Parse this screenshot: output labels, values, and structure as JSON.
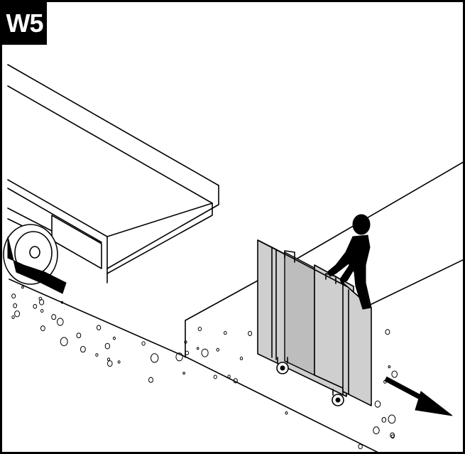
{
  "step": {
    "label": "W5"
  },
  "illustration": {
    "subjects": [
      "truck-bed",
      "truck-wheel",
      "loading-dock",
      "person",
      "ramp",
      "ramp-caster",
      "direction-arrow"
    ],
    "colors": {
      "line": "#000000",
      "panel": "#cfcfcf",
      "background": "#ffffff",
      "badge": "#000000",
      "badge_text": "#ffffff"
    }
  }
}
